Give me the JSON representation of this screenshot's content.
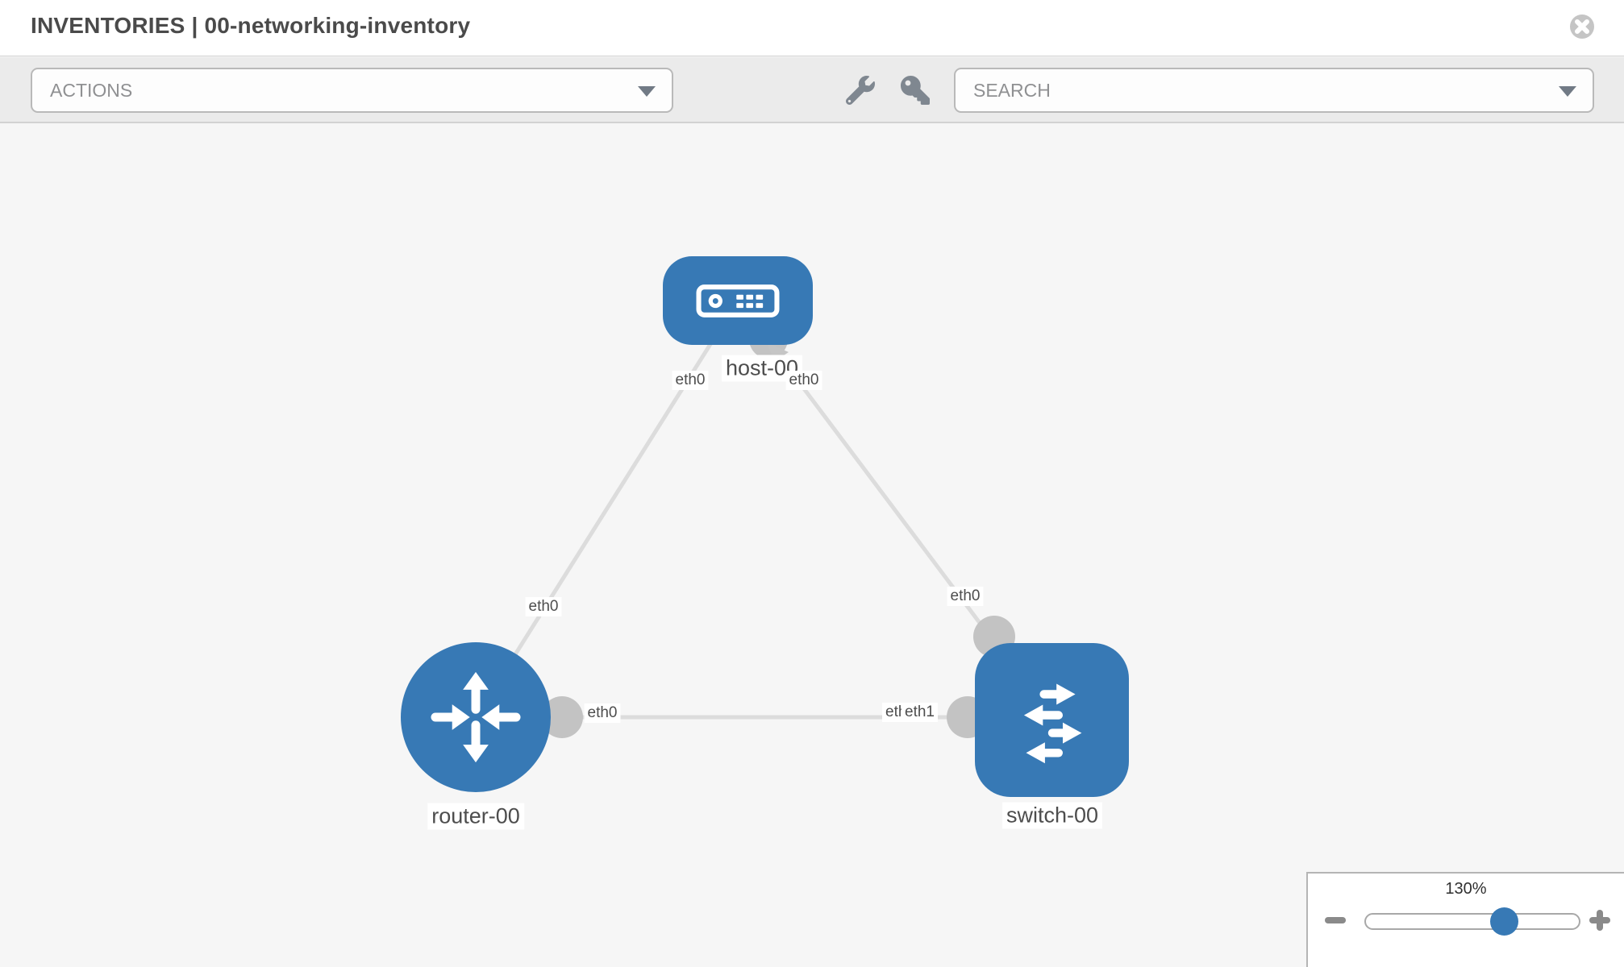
{
  "header": {
    "title": "INVENTORIES | 00-networking-inventory",
    "close_icon": "close-icon"
  },
  "toolbar": {
    "actions_label": "ACTIONS",
    "search_placeholder": "SEARCH",
    "icons": [
      "wrench-icon",
      "key-icon"
    ]
  },
  "diagram": {
    "nodes": [
      {
        "name": "host-00",
        "type": "host",
        "icon": "host-icon"
      },
      {
        "name": "router-00",
        "type": "router",
        "icon": "router-icon"
      },
      {
        "name": "switch-00",
        "type": "switch",
        "icon": "switch-icon"
      }
    ],
    "links": [
      {
        "source": "host-00",
        "source_interface": "eth0",
        "target": "router-00",
        "target_interface": "eth0"
      },
      {
        "source": "host-00",
        "source_interface": "eth0",
        "target": "switch-00",
        "target_interface": "eth0"
      },
      {
        "source": "router-00",
        "source_interface": "eth0",
        "target": "switch-00",
        "target_interface": "eth1"
      }
    ],
    "overlapped_interface_label": "eth0"
  },
  "zoom_control": {
    "value": "130%",
    "icons": [
      "zoom-out-icon",
      "zoom-in-icon"
    ]
  },
  "colors": {
    "node_blue": "#3779b5",
    "link_gray": "#dcdcdc",
    "interface_dot_gray": "#c3c3c3",
    "toolbar_bg": "#ebebeb",
    "canvas_bg": "#f6f6f6",
    "label_text": "#4d4d4d"
  }
}
